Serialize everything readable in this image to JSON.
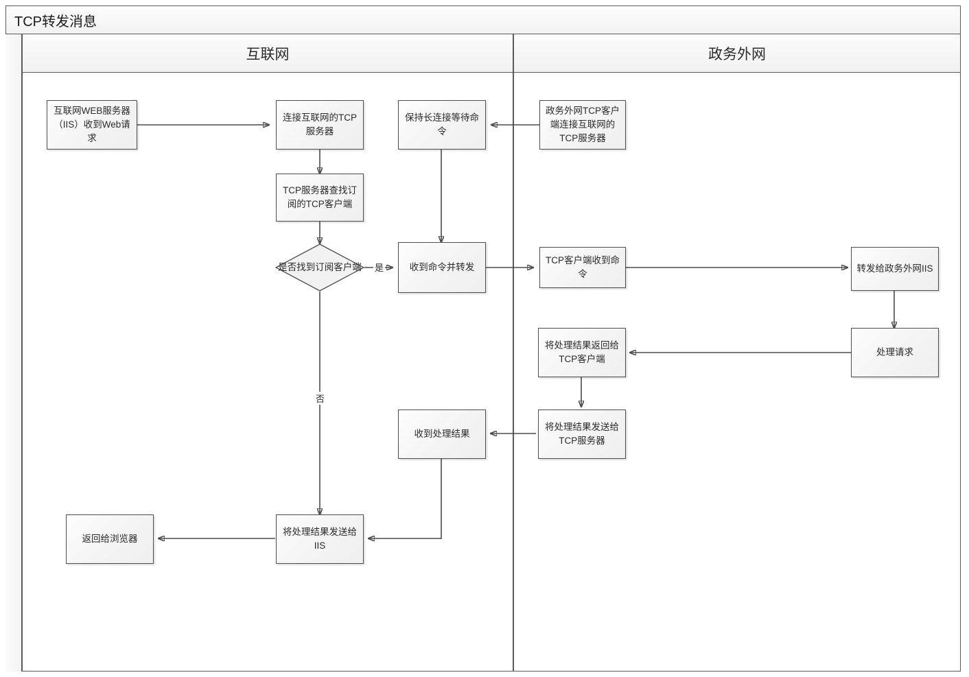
{
  "diagram": {
    "title": "TCP转发消息",
    "lanes": [
      {
        "id": "internet",
        "label": "互联网"
      },
      {
        "id": "govnet",
        "label": "政务外网"
      }
    ],
    "nodes": [
      {
        "id": "n1",
        "lane": "internet",
        "type": "process",
        "label": "互联网WEB服务器（IIS）收到Web请求"
      },
      {
        "id": "n2",
        "lane": "internet",
        "type": "process",
        "label": "连接互联网的TCP服务器"
      },
      {
        "id": "n3",
        "lane": "internet",
        "type": "process",
        "label": "保持长连接等待命令"
      },
      {
        "id": "n4",
        "lane": "govnet",
        "type": "process",
        "label": "政务外网TCP客户端连接互联网的TCP服务器"
      },
      {
        "id": "n5",
        "lane": "internet",
        "type": "process",
        "label": "TCP服务器查找订阅的TCP客户端"
      },
      {
        "id": "n6",
        "lane": "internet",
        "type": "decision",
        "label": "是否找到订阅客户端"
      },
      {
        "id": "n7",
        "lane": "internet",
        "type": "process",
        "label": "收到命令并转发"
      },
      {
        "id": "n8",
        "lane": "govnet",
        "type": "process",
        "label": "TCP客户端收到命令"
      },
      {
        "id": "n9",
        "lane": "govnet",
        "type": "process",
        "label": "转发给政务外网IIS"
      },
      {
        "id": "n10",
        "lane": "govnet",
        "type": "process",
        "label": "处理请求"
      },
      {
        "id": "n11",
        "lane": "govnet",
        "type": "process",
        "label": "将处理结果返回给TCP客户端"
      },
      {
        "id": "n12",
        "lane": "govnet",
        "type": "process",
        "label": "将处理结果发送给TCP服务器"
      },
      {
        "id": "n13",
        "lane": "internet",
        "type": "process",
        "label": "收到处理结果"
      },
      {
        "id": "n14",
        "lane": "internet",
        "type": "process",
        "label": "将处理结果发送给IIS"
      },
      {
        "id": "n15",
        "lane": "internet",
        "type": "process",
        "label": "返回给浏览器"
      }
    ],
    "edge_labels": {
      "yes": "是",
      "no": "否"
    },
    "colors": {
      "border": "#4d4d4d",
      "edge": "#4a4a4a",
      "node_fill": "#f4f4f4",
      "lane_header_fill": "#f1f1f1",
      "text": "#2a2a2a"
    }
  }
}
